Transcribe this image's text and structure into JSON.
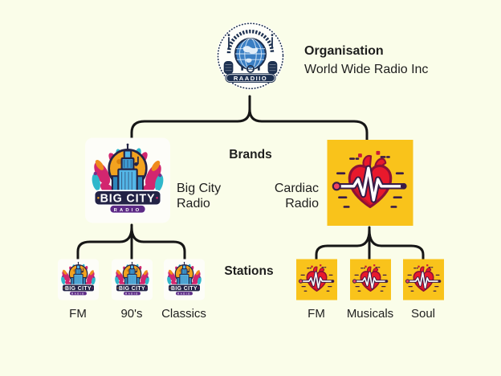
{
  "colors": {
    "background": "#fafde9",
    "connector_line": "#161616",
    "cardiac_yellow": "#f9c31b",
    "heart_red": "#e8192c",
    "org_navy": "#1d3050",
    "badge_navy": "#232346",
    "badge_purple": "#5c2a86",
    "burst_crimson": "#d2266f",
    "burst_teal": "#30b7cb",
    "sun_orange": "#f2a31f"
  },
  "organisation": {
    "section_label": "Organisation",
    "name": "World Wide Radio Inc",
    "logo_banner_text": "RAADIIO"
  },
  "brands": {
    "section_label": "Brands",
    "big_city": {
      "line1": "Big City",
      "line2": "Radio",
      "badge_top": "BIG CITY",
      "badge_bottom": "RADIO"
    },
    "cardiac": {
      "line1": "Cardiac",
      "line2": "Radio"
    }
  },
  "stations": {
    "section_label": "Stations",
    "big_city": [
      {
        "label": "FM"
      },
      {
        "label": "90's"
      },
      {
        "label": "Classics"
      }
    ],
    "cardiac": [
      {
        "label": "FM"
      },
      {
        "label": "Musicals"
      },
      {
        "label": "Soul"
      }
    ]
  }
}
